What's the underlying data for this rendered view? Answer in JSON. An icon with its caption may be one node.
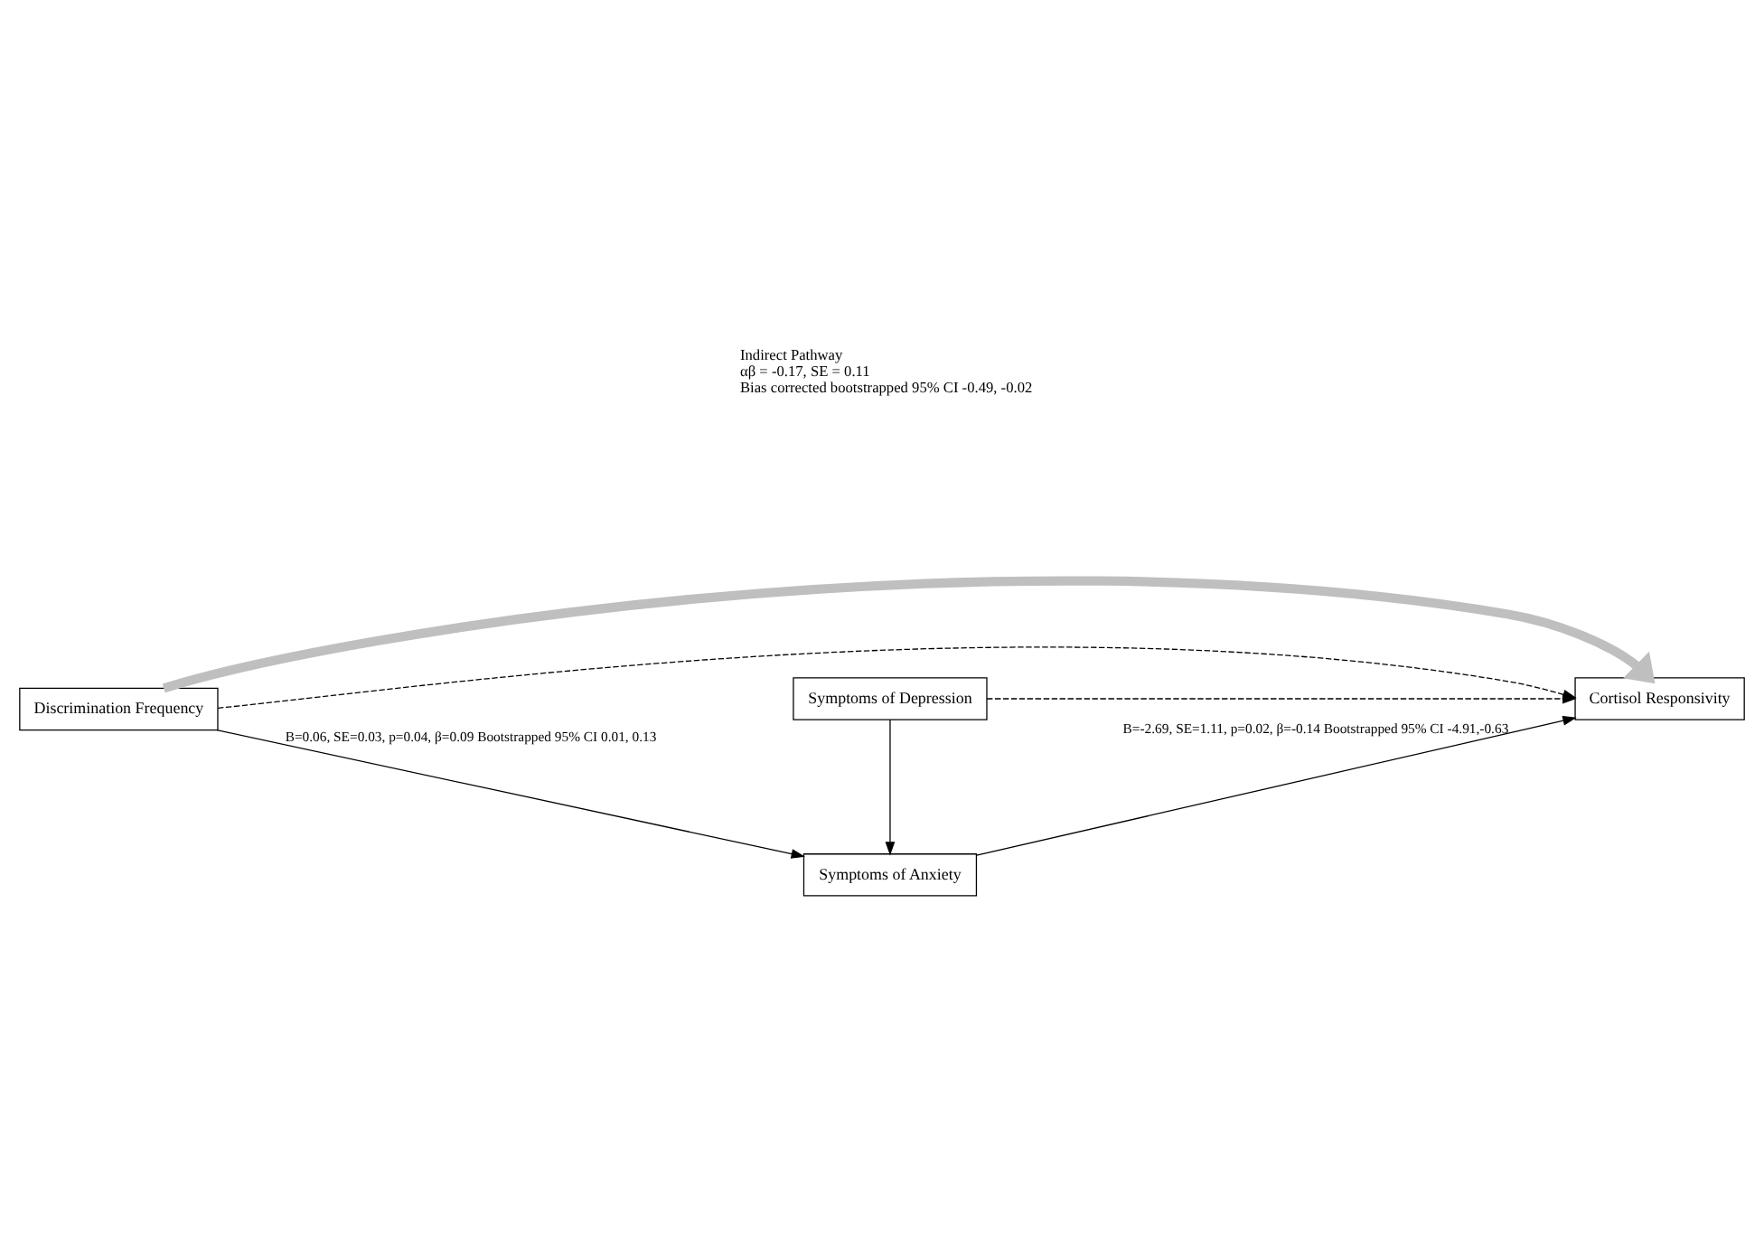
{
  "diagram": {
    "nodes": [
      {
        "text": [
          "Discrimination Frequency"
        ]
      },
      {
        "text": [
          "Symptoms of Anxiety"
        ]
      },
      {
        "text": [
          "Cortisol Responsivity"
        ]
      },
      {
        "text": [
          "Symptoms of Depression"
        ]
      }
    ],
    "edges": [
      {
        "from": 0,
        "to": 1,
        "arrow": "to",
        "label": "B=0.06, SE=0.03, p=0.04, β=0.09 Bootstrapped 95% CI 0.01, 0.13"
      },
      {
        "from": 1,
        "to": 2,
        "arrow": "to",
        "label": "B=-2.69, SE=1.11, p=0.02, β=-0.14 Bootstrapped 95% CI -4.91,-0.63"
      },
      {
        "from": 3,
        "to": 1,
        "arrow": "to"
      },
      {
        "from": 0,
        "to": 2,
        "arrow": "to",
        "style": "dashed"
      },
      {
        "from": 3,
        "to": 2,
        "arrow": "to",
        "style": "dashed"
      },
      {
        "from": 0,
        "to": 2,
        "arrow": "to",
        "style": "thick",
        "color": "#bfbfbf"
      }
    ],
    "labels": [
      "Indirect Pathway",
      "αβ = -0.17, SE = 0.11",
      "Bias corrected bootstrapped 95% CI -0.49, -0.02"
    ]
  }
}
